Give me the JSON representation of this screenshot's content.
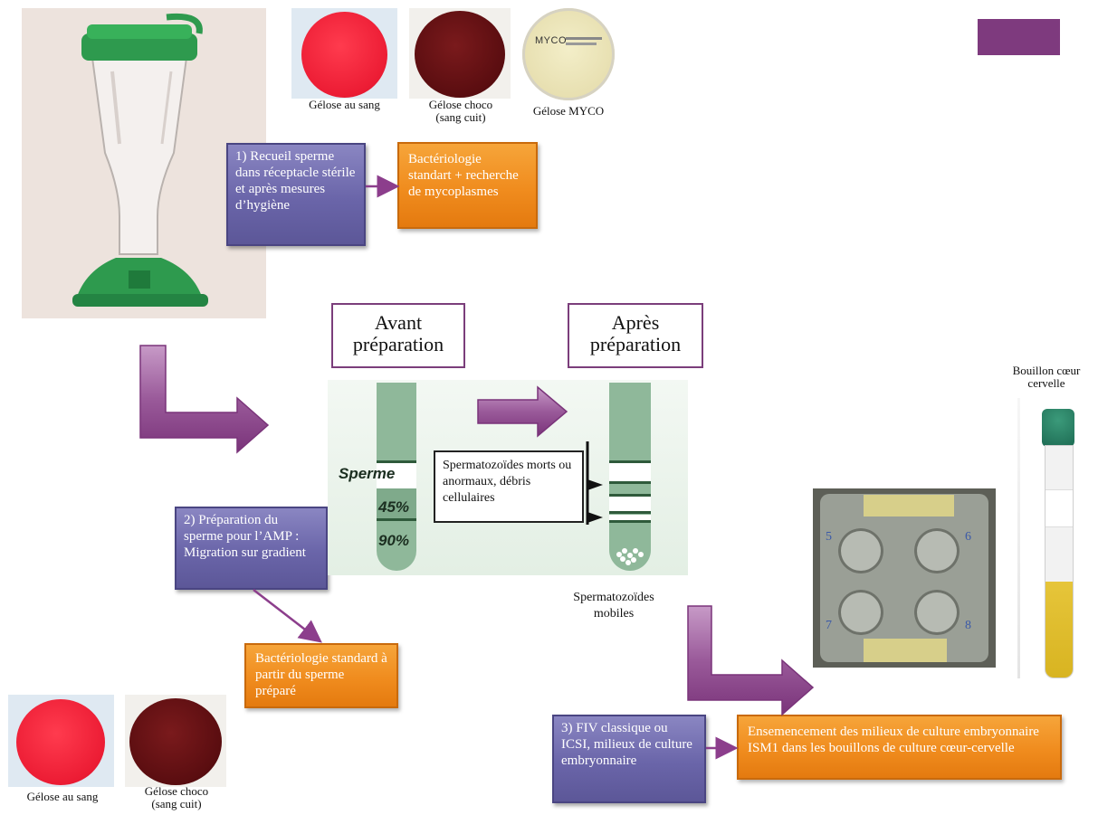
{
  "plates_top": {
    "blood": "Gélose au sang",
    "choco_line1": "Gélose choco",
    "choco_line2": "(sang cuit)",
    "myco": "Gélose MYCO",
    "myco_label": "MYCO"
  },
  "plates_bottom": {
    "blood": "Gélose au sang",
    "choco_line1": "Gélose choco",
    "choco_line2": "(sang cuit)"
  },
  "step1": {
    "label": "1) Recueil sperme dans réceptacle stérile et après mesures d’hygiène",
    "result": "Bactériologie standart + recherche de mycoplasmes"
  },
  "gradient": {
    "before": "Avant préparation",
    "after": "Après préparation",
    "sperm": "Sperme",
    "pct45": "45%",
    "pct90": "90%",
    "dead": "Spermatozoïdes morts ou anormaux, débris cellulaires",
    "motile": "Spermatozoïdes mobiles"
  },
  "step2": {
    "label": "2) Préparation du sperme pour l’AMP : Migration sur gradient",
    "result": "Bactériologie standard à partir du sperme préparé"
  },
  "step3": {
    "label": "3) FIV classique ou ICSI, milieux de culture embryonnaire",
    "result": "Ensemencement des milieux de culture embryonnaire ISM1 dans les bouillons de culture cœur-cervelle"
  },
  "tube": {
    "label": "Bouillon cœur cervelle"
  },
  "dish": {
    "wells": [
      "5",
      "6",
      "7",
      "8"
    ]
  },
  "colors": {
    "accent_purple": "#7e3a7e",
    "box_purple": "#6a65a9",
    "box_orange": "#f08c1e"
  }
}
